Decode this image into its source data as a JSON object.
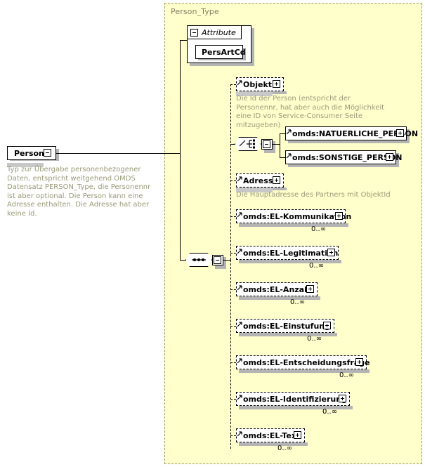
{
  "diagram": {
    "kind": "xsd-schema-diagram",
    "root_element": {
      "name": "Person",
      "toggle": "minus",
      "annotation": "Typ zur Übergabe personenbezogener Daten, entspricht weitgehend OMDS Datensatz PERSON_Type, die Personennr ist aber optional. Die Person kann eine Adresse enthalten. Die Adresse hat aber keine Id."
    },
    "type_container": {
      "label": "Person_Type",
      "background": "#ffffcc",
      "border_color": "#999966"
    },
    "attribute_group": {
      "header": "Attribute",
      "toggle": "minus",
      "attributes": [
        {
          "name": "PersArtCd"
        }
      ]
    },
    "sequence_node": {
      "icon": "sequence-compositor-icon",
      "toggle": "minus"
    },
    "choice_node": {
      "icon": "choice-compositor-icon",
      "toggle": "minus"
    },
    "children": [
      {
        "name": "ObjektId",
        "style": "dashed",
        "toggle": "plus",
        "occurs": "",
        "annotation": "Die Id der Person (entspricht der Personennr, hat aber auch die Möglichkeit eine ID von Service-Consumer Seite mitzugeben)"
      },
      {
        "name": "omds:NATUERLICHE_PERSON",
        "style": "solid",
        "toggle": "plus",
        "occurs": "",
        "annotation": ""
      },
      {
        "name": "omds:SONSTIGE_PERSON",
        "style": "solid",
        "toggle": "plus",
        "occurs": "",
        "annotation": ""
      },
      {
        "name": "Adresse",
        "style": "dashed",
        "toggle": "plus",
        "occurs": "",
        "annotation": "Die Hauptadresse des Partners mit ObjektId"
      },
      {
        "name": "omds:EL-Kommunikation",
        "style": "dashed",
        "toggle": "plus",
        "occurs": "0..∞",
        "annotation": ""
      },
      {
        "name": "omds:EL-Legitimation",
        "style": "dashed",
        "toggle": "plus",
        "occurs": "0..∞",
        "annotation": ""
      },
      {
        "name": "omds:EL-Anzahl",
        "style": "dashed",
        "toggle": "plus",
        "occurs": "0..∞",
        "annotation": ""
      },
      {
        "name": "omds:EL-Einstufung",
        "style": "dashed",
        "toggle": "plus",
        "occurs": "0..∞",
        "annotation": ""
      },
      {
        "name": "omds:EL-Entscheidungsfrage",
        "style": "dashed",
        "toggle": "plus",
        "occurs": "0..∞",
        "annotation": ""
      },
      {
        "name": "omds:EL-Identifizierung",
        "style": "dashed",
        "toggle": "plus",
        "occurs": "0..∞",
        "annotation": ""
      },
      {
        "name": "omds:EL-Text",
        "style": "dashed",
        "toggle": "plus",
        "occurs": "0..∞",
        "annotation": ""
      }
    ]
  }
}
